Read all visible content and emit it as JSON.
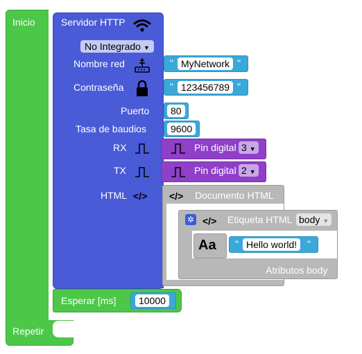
{
  "start_block": {
    "label": "Inicio",
    "loop_label": "Repetir"
  },
  "http_server": {
    "title": "Servidor HTTP",
    "mode": "No Integrado",
    "network_name_label": "Nombre red",
    "network_name_value": "MyNetwork",
    "password_label": "Contraseña",
    "password_value": "123456789",
    "port_label": "Puerto",
    "port_value": "80",
    "baud_label": "Tasa de baudios",
    "baud_value": "9600",
    "rx_label": "RX",
    "tx_label": "TX",
    "html_label": "HTML"
  },
  "rx_pin": {
    "label": "Pin digital",
    "value": "3"
  },
  "tx_pin": {
    "label": "Pin digital",
    "value": "2"
  },
  "html_doc": {
    "label": "Documento HTML"
  },
  "html_tag": {
    "label": "Etiqueta HTML",
    "tag": "body",
    "attributes_label": "Atributos body"
  },
  "text_block": {
    "icon_text": "Aa",
    "value": "Hello world!"
  },
  "wait_block": {
    "label": "Esperar [ms]",
    "value": "10000"
  },
  "quote_char": "\"",
  "icon_html_code": "</>",
  "colors": {
    "green": "#4cc748",
    "blue": "#4a5bd8",
    "cyan": "#3aa9d9",
    "purple": "#8f3fc8",
    "gray": "#b8b8b8"
  }
}
